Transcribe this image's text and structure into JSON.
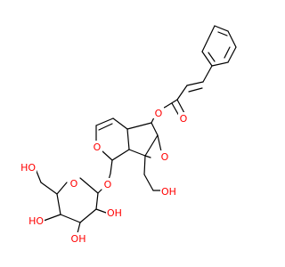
{
  "molecule": {
    "colors": {
      "carbon": "#000000",
      "oxygen": "#ff0000",
      "background": "#ffffff"
    },
    "atoms": [
      {
        "id": "o_ester",
        "symbol": "O"
      },
      {
        "id": "o_carbonyl",
        "symbol": "O"
      },
      {
        "id": "o_epoxide",
        "symbol": "O"
      },
      {
        "id": "o_pyran",
        "symbol": "O"
      },
      {
        "id": "o_glycoside",
        "symbol": "O"
      },
      {
        "id": "o_sugar_ring",
        "symbol": "O"
      },
      {
        "id": "oh_ch2oh_right",
        "symbol": "OH"
      },
      {
        "id": "oh_ch2oh_left",
        "symbol": "HO"
      },
      {
        "id": "oh_c4",
        "symbol": "HO"
      },
      {
        "id": "oh_c3",
        "symbol": "OH"
      },
      {
        "id": "oh_c2",
        "symbol": "OH"
      }
    ]
  }
}
